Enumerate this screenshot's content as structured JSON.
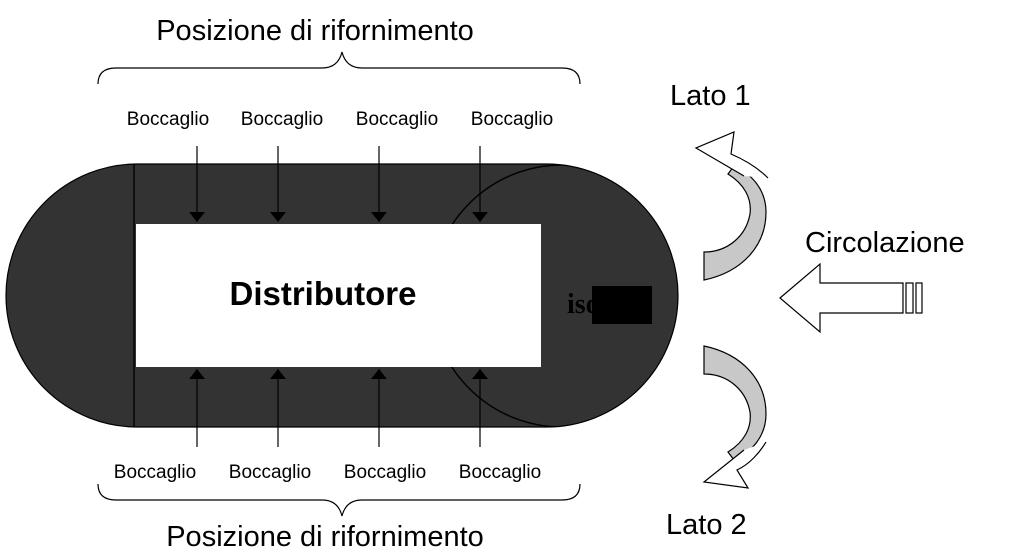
{
  "diagram": {
    "title_top": "Posizione di rifornimento",
    "title_bottom": "Posizione di rifornimento",
    "dispenser_label": "Distributore",
    "island_label_part1": "i",
    "island_label_part2": "sola",
    "circulation_label": "Circolazione",
    "side1_label": "Lato 1",
    "side2_label": "Lato 2",
    "nozzles_top": [
      "Boccaglio",
      "Boccaglio",
      "Boccaglio",
      "Boccaglio"
    ],
    "nozzles_bottom": [
      "Boccaglio",
      "Boccaglio",
      "Boccaglio",
      "Boccaglio"
    ]
  },
  "colors": {
    "island": "#333333",
    "dispenser": "#ffffff",
    "curved_arrow_fill": "#c8c8c8",
    "outline": "#000000"
  }
}
